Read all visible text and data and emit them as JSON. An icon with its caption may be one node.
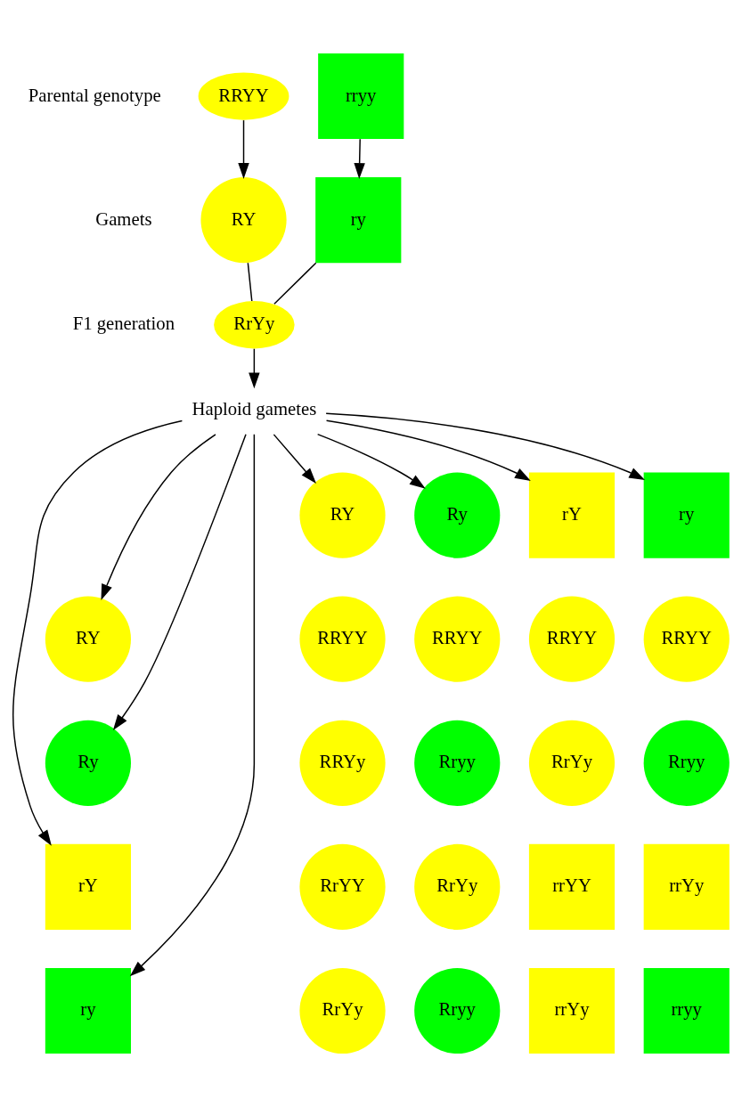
{
  "diagram": {
    "nodes": [
      {
        "text": [
          "RRYY"
        ]
      },
      {
        "text": [
          "rryy"
        ]
      },
      {
        "text": [
          "RY"
        ]
      },
      {
        "text": [
          "ry"
        ]
      },
      {
        "text": [
          "RrYy"
        ]
      },
      {
        "text": [
          "Haploid gametes"
        ]
      },
      {
        "text": [
          "RY"
        ]
      },
      {
        "text": [
          "Ry"
        ]
      },
      {
        "text": [
          "rY"
        ]
      },
      {
        "text": [
          "ry"
        ]
      },
      {
        "text": [
          "RY"
        ]
      },
      {
        "text": [
          "Ry"
        ]
      },
      {
        "text": [
          "rY"
        ]
      },
      {
        "text": [
          "ry"
        ]
      },
      {
        "text": [
          "RRYY"
        ]
      },
      {
        "text": [
          "RRYY"
        ]
      },
      {
        "text": [
          "RRYY"
        ]
      },
      {
        "text": [
          "RRYY"
        ]
      },
      {
        "text": [
          "RRYy"
        ]
      },
      {
        "text": [
          "Rryy"
        ]
      },
      {
        "text": [
          "RrYy"
        ]
      },
      {
        "text": [
          "Rryy"
        ]
      },
      {
        "text": [
          "RrYY"
        ]
      },
      {
        "text": [
          "RrYy"
        ]
      },
      {
        "text": [
          "rrYY"
        ]
      },
      {
        "text": [
          "rrYy"
        ]
      },
      {
        "text": [
          "RrYy"
        ]
      },
      {
        "text": [
          "Rryy"
        ]
      },
      {
        "text": [
          "rrYy"
        ]
      },
      {
        "text": [
          "rryy"
        ]
      }
    ],
    "edges": [
      {
        "from": 0,
        "to": 2,
        "arrow": "to"
      },
      {
        "from": 1,
        "to": 3,
        "arrow": "to"
      },
      {
        "from": 2,
        "to": 4,
        "arrow": "none"
      },
      {
        "from": 3,
        "to": 4,
        "arrow": "none"
      },
      {
        "from": 4,
        "to": 5,
        "arrow": "to"
      },
      {
        "from": 5,
        "to": 6,
        "arrow": "to"
      },
      {
        "from": 5,
        "to": 7,
        "arrow": "to"
      },
      {
        "from": 5,
        "to": 8,
        "arrow": "to"
      },
      {
        "from": 5,
        "to": 9,
        "arrow": "to"
      },
      {
        "from": 5,
        "to": 10,
        "arrow": "to"
      },
      {
        "from": 5,
        "to": 11,
        "arrow": "to"
      },
      {
        "from": 5,
        "to": 12,
        "arrow": "to"
      },
      {
        "from": 5,
        "to": 13,
        "arrow": "to"
      }
    ],
    "labels": [
      "Parental genotype",
      "Gamets",
      "F1 generation"
    ]
  }
}
